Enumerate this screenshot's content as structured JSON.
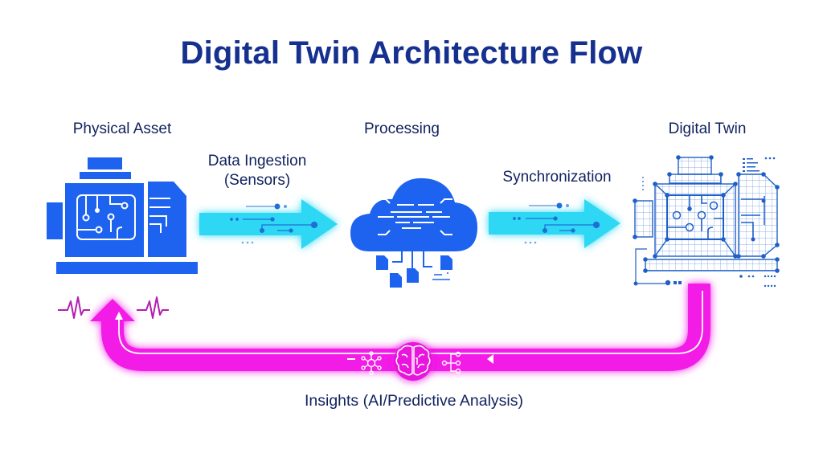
{
  "title": "Digital Twin Architecture Flow",
  "stages": [
    {
      "id": "physical-asset",
      "label": "Physical Asset",
      "icon": "motor-icon"
    },
    {
      "id": "processing",
      "label": "Processing",
      "icon": "cloud-icon"
    },
    {
      "id": "digital-twin",
      "label": "Digital Twin",
      "icon": "blueprint-motor-icon"
    }
  ],
  "connectors": [
    {
      "id": "data-ingestion",
      "label_line1": "Data Ingestion",
      "label_line2": "(Sensors)",
      "icon": "arrow-right-icon"
    },
    {
      "id": "synchronization",
      "label": "Synchronization",
      "icon": "arrow-right-icon"
    }
  ],
  "feedback": {
    "label": "Insights (AI/Predictive Analysis)",
    "icons": [
      "network-hub-icon",
      "brain-icon",
      "hierarchy-icon",
      "pulse-icon"
    ]
  },
  "colors": {
    "title": "#15308f",
    "label": "#10215e",
    "asset_blue": "#1d63f0",
    "arrow_cyan": "#2fd8f4",
    "feedback_magenta": "#f21ae6",
    "blueprint": "#1f5fc8"
  }
}
